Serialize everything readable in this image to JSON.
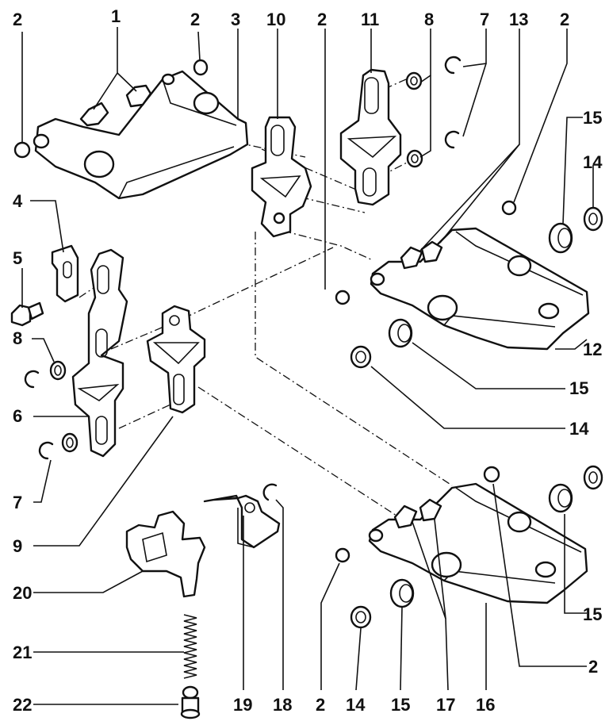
{
  "diagram": {
    "callouts": [
      "1",
      "2",
      "3",
      "4",
      "5",
      "6",
      "7",
      "8",
      "9",
      "10",
      "11",
      "12",
      "13",
      "14",
      "15",
      "16",
      "17",
      "18",
      "19",
      "20",
      "21",
      "22"
    ],
    "labels": {
      "top_2a": "2",
      "top_1": "1",
      "top_2b": "2",
      "top_3": "3",
      "top_10": "10",
      "top_2c": "2",
      "top_11": "11",
      "top_8": "8",
      "top_7": "7",
      "top_13": "13",
      "top_2d": "2",
      "r_15a": "15",
      "r_14a": "14",
      "l_4": "4",
      "l_5": "5",
      "l_8": "8",
      "l_6": "6",
      "l_7": "7",
      "r_12": "12",
      "r_15b": "15",
      "r_14b": "14",
      "l_9": "9",
      "l_20": "20",
      "r_15c": "15",
      "l_21": "21",
      "r_2e": "2",
      "l_22": "22",
      "b_19": "19",
      "b_18": "18",
      "b_2": "2",
      "b_14": "14",
      "b_15": "15",
      "b_17": "17",
      "b_16": "16"
    }
  }
}
